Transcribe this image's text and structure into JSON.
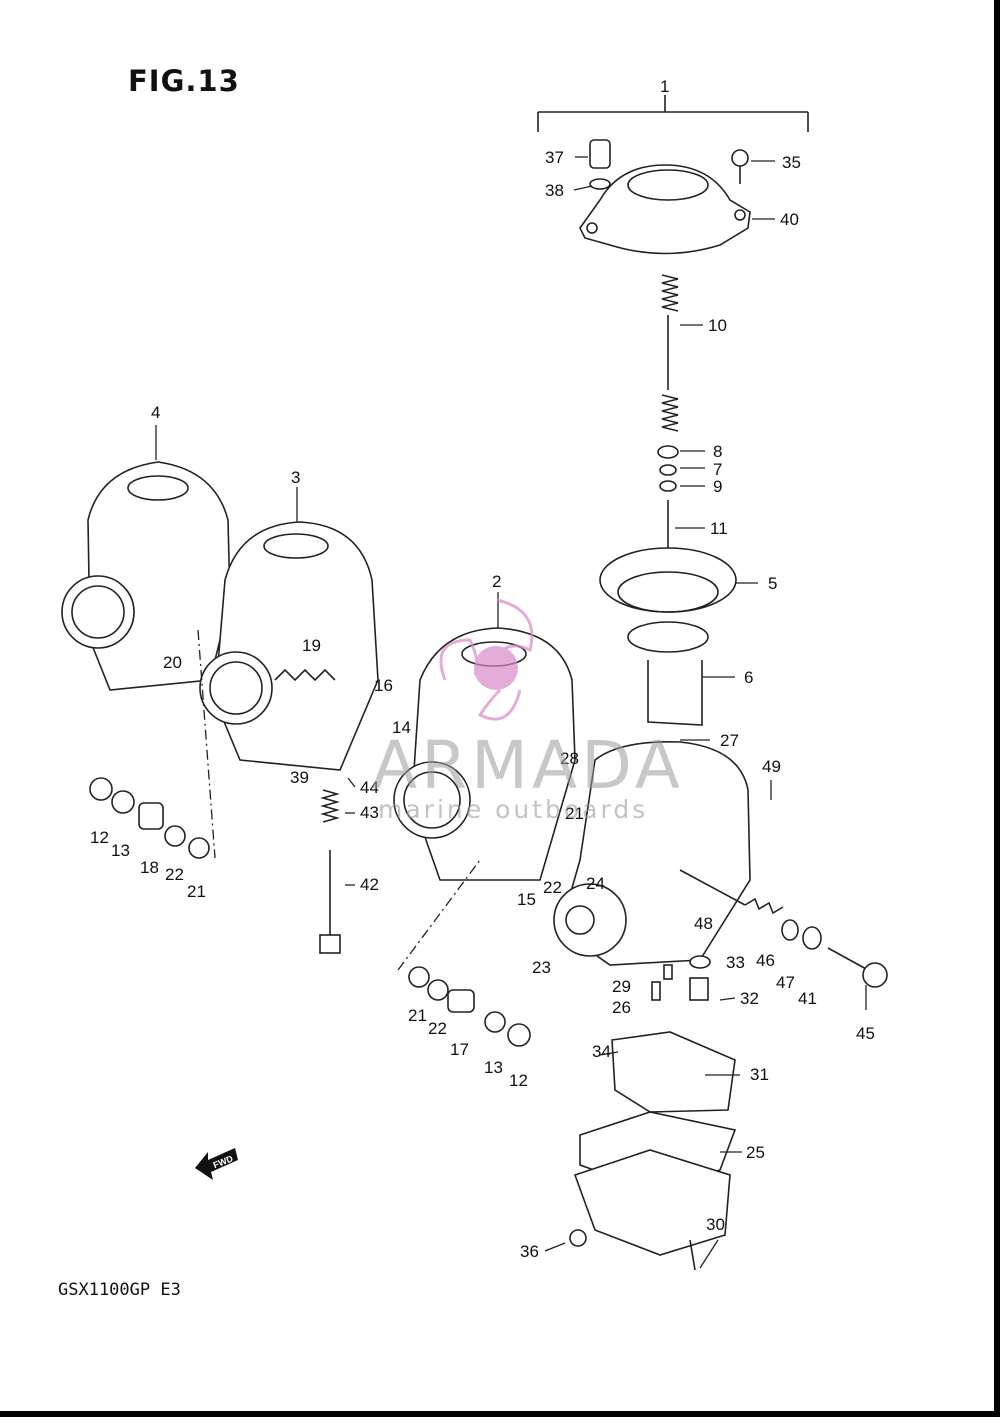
{
  "figure_title": "FIG.13",
  "model_code": "GSX1100GP  E3",
  "direction_arrow_label": "FWD",
  "watermark": {
    "logo_icon": "propeller-logo",
    "brand": "ARMADA",
    "tagline": "marine outboards",
    "color": "#d98ac8"
  },
  "callouts": {
    "c1": "1",
    "c2": "2",
    "c3": "3",
    "c4": "4",
    "c5": "5",
    "c6": "6",
    "c7": "7",
    "c8": "8",
    "c9": "9",
    "c10": "10",
    "c11": "11",
    "c12a": "12",
    "c12b": "12",
    "c13a": "13",
    "c13b": "13",
    "c14": "14",
    "c15": "15",
    "c16": "16",
    "c17": "17",
    "c18": "18",
    "c19": "19",
    "c20": "20",
    "c21a": "21",
    "c21b": "21",
    "c21c": "21",
    "c22a": "22",
    "c22b": "22",
    "c22c": "22",
    "c23": "23",
    "c24": "24",
    "c25": "25",
    "c26": "26",
    "c27": "27",
    "c28": "28",
    "c29": "29",
    "c30": "30",
    "c31": "31",
    "c32": "32",
    "c33": "33",
    "c34": "34",
    "c35": "35",
    "c36": "36",
    "c37": "37",
    "c38": "38",
    "c39": "39",
    "c40": "40",
    "c41": "41",
    "c42": "42",
    "c43": "43",
    "c44": "44",
    "c45": "45",
    "c46": "46",
    "c47": "47",
    "c48": "48",
    "c49": "49"
  }
}
